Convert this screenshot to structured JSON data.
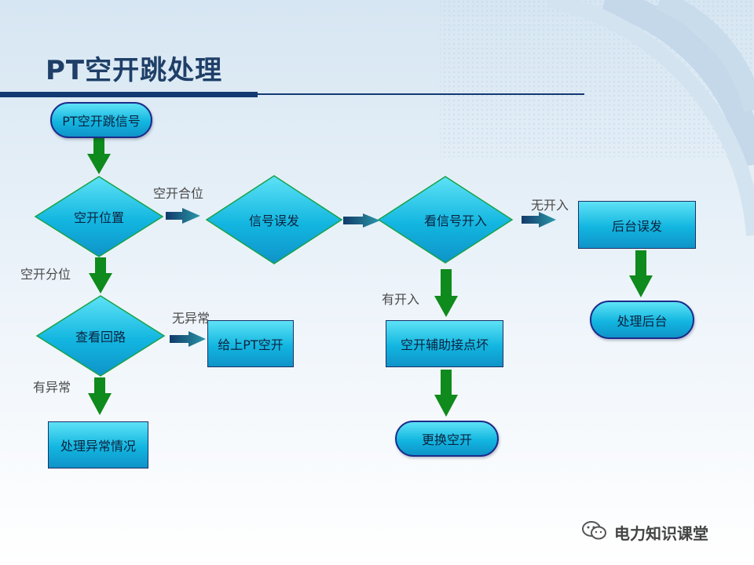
{
  "title": "PT空开跳处理",
  "nodes": {
    "start": "PT空开跳信号",
    "breaker_position": "空开位置",
    "check_circuit": "查看回路",
    "handle_abnormal": "处理异常情况",
    "signal_false": "信号误发",
    "close_pt": "给上PT空开",
    "check_signal_input": "看信号开入",
    "aux_contact_bad": "空开辅助接点坏",
    "replace_breaker": "更换空开",
    "backend_false": "后台误发",
    "handle_backend": "处理后台"
  },
  "edge_labels": {
    "closed": "空开合位",
    "open": "空开分位",
    "no_abnormal": "无异常",
    "abnormal": "有异常",
    "has_input": "有开入",
    "no_input": "无开入"
  },
  "watermark": {
    "text": "电力知识课堂",
    "icon": "wechat-icon"
  },
  "colors": {
    "node_fill": "#12b6e0",
    "node_border": "#1c2a8a",
    "arrow_green": "#0f8a1c",
    "arrow_teal": "#1b6f80",
    "title": "#1f3f68",
    "rule": "#123a72"
  }
}
